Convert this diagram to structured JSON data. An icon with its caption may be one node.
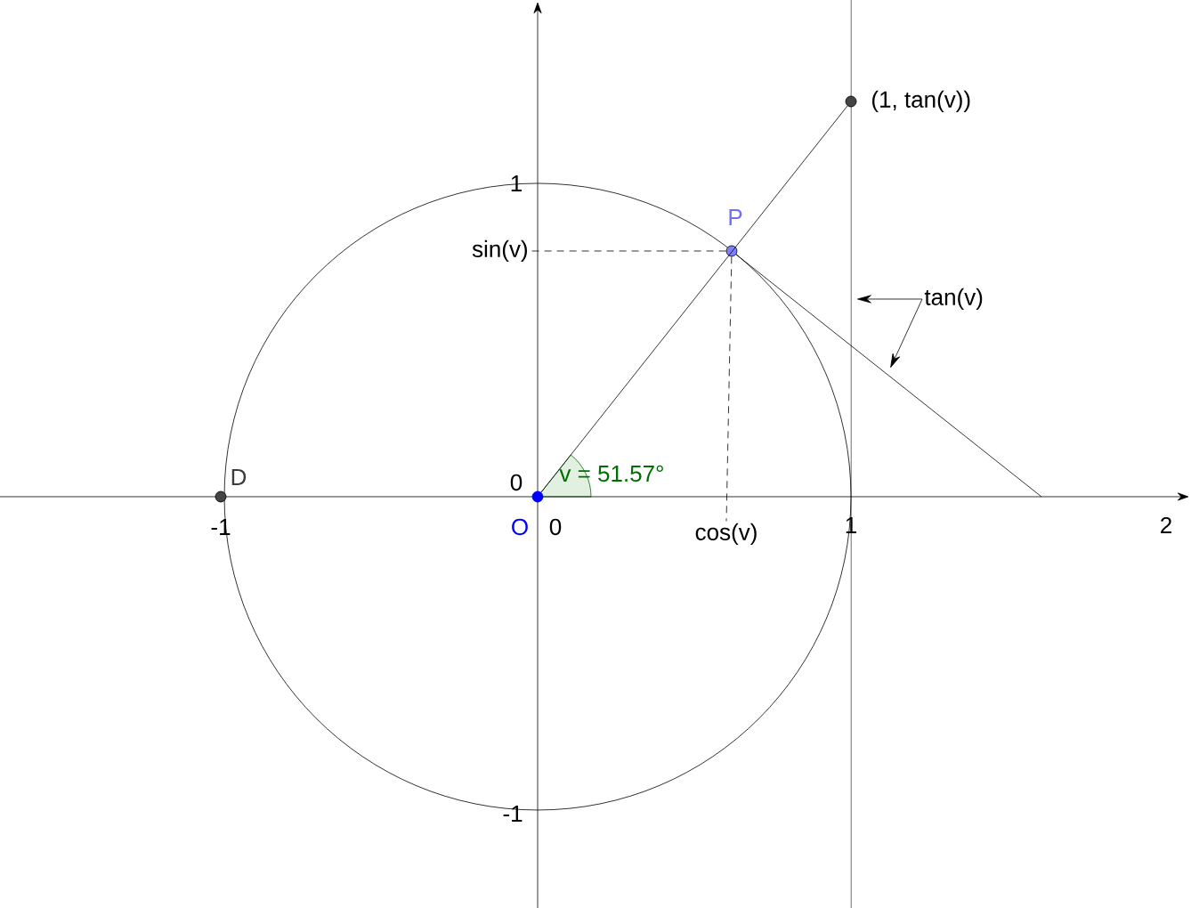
{
  "diagram": {
    "nodes": [
      {
        "text": [],
        "shape": "circle",
        "beside": [
          "O"
        ]
      },
      {
        "text": [],
        "shape": "circle",
        "beside": [
          "P"
        ]
      },
      {
        "text": [],
        "shape": "circle",
        "beside": [
          "(1, tan(v))"
        ]
      },
      {
        "text": [],
        "shape": "circle",
        "beside": [
          "D"
        ]
      },
      {
        "text": [
          "sin(v)"
        ]
      },
      {
        "text": [
          "cos(v)"
        ]
      },
      {
        "text": [
          "tan(v)"
        ]
      }
    ],
    "edges": [
      {
        "from": 0,
        "to": 2,
        "arrow": "none"
      },
      {
        "from": 1,
        "to": 4,
        "arrow": "none",
        "style": "dashed"
      },
      {
        "from": 1,
        "to": 5,
        "arrow": "none",
        "style": "dashed"
      },
      {
        "from": 6,
        "to": null,
        "arrow": "to"
      },
      {
        "from": 6,
        "to": null,
        "arrow": "to"
      }
    ],
    "labels": [
      "1",
      "0",
      "v = 51.57°",
      "-1",
      "0",
      "1",
      "2",
      "-1"
    ]
  }
}
